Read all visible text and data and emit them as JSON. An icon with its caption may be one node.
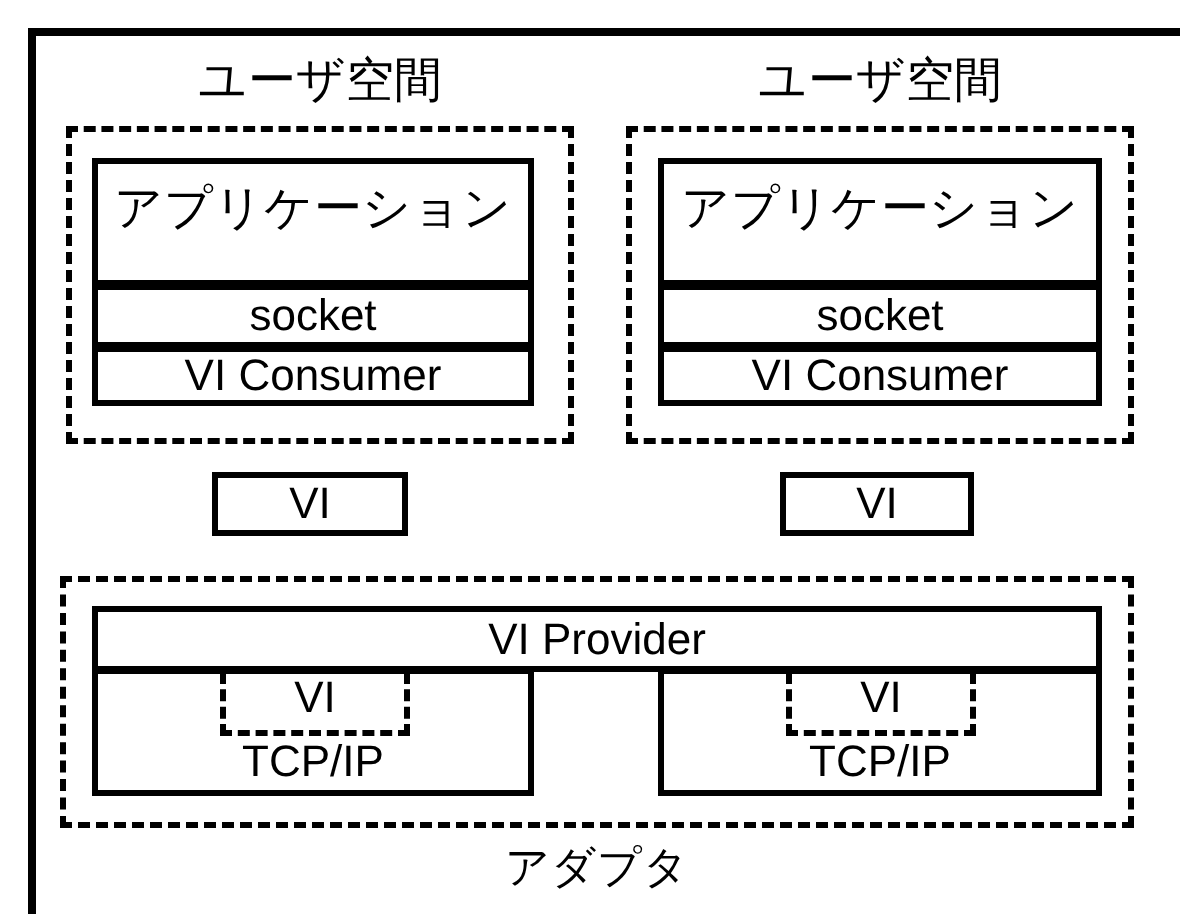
{
  "diagram": {
    "nodes": [
      {
        "text": [
          "ユーザ空間"
        ]
      },
      {
        "text": [
          "アプリケーション"
        ],
        "in": 0
      },
      {
        "text": [
          "socket"
        ],
        "in": 0
      },
      {
        "text": [
          "VI Consumer"
        ],
        "in": 0
      },
      {
        "text": [
          "ユーザ空間"
        ]
      },
      {
        "text": [
          "アプリケーション"
        ],
        "in": 4
      },
      {
        "text": [
          "socket"
        ],
        "in": 4
      },
      {
        "text": [
          "VI Consumer"
        ],
        "in": 4
      },
      {
        "text": [
          "VI"
        ]
      },
      {
        "text": [
          "VI"
        ]
      },
      {
        "text": [
          "アダプタ"
        ]
      },
      {
        "text": [
          "VI Provider"
        ],
        "in": 10
      },
      {
        "text": [
          "TCP/IP"
        ],
        "in": 10
      },
      {
        "text": [
          "VI"
        ],
        "in": 12
      },
      {
        "text": [
          "TCP/IP"
        ],
        "in": 10
      },
      {
        "text": [
          "VI"
        ],
        "in": 14
      }
    ]
  }
}
